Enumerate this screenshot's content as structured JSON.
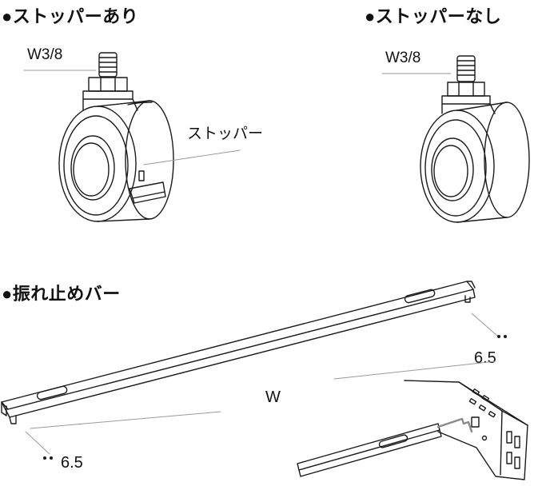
{
  "sections": {
    "with_stopper": {
      "heading": "●ストッパーあり",
      "thread_label": "W3/8",
      "stopper_label": "ストッパー"
    },
    "without_stopper": {
      "heading": "●ストッパーなし",
      "thread_label": "W3/8"
    },
    "anti_sway_bar": {
      "heading": "●振れ止めバー",
      "width_label": "W",
      "right_dimension": "6.5",
      "left_dimension": "6.5"
    }
  },
  "colors": {
    "line": "#1a1a1a",
    "leader": "#9a9a9a",
    "connector": "#8a8a8a"
  }
}
